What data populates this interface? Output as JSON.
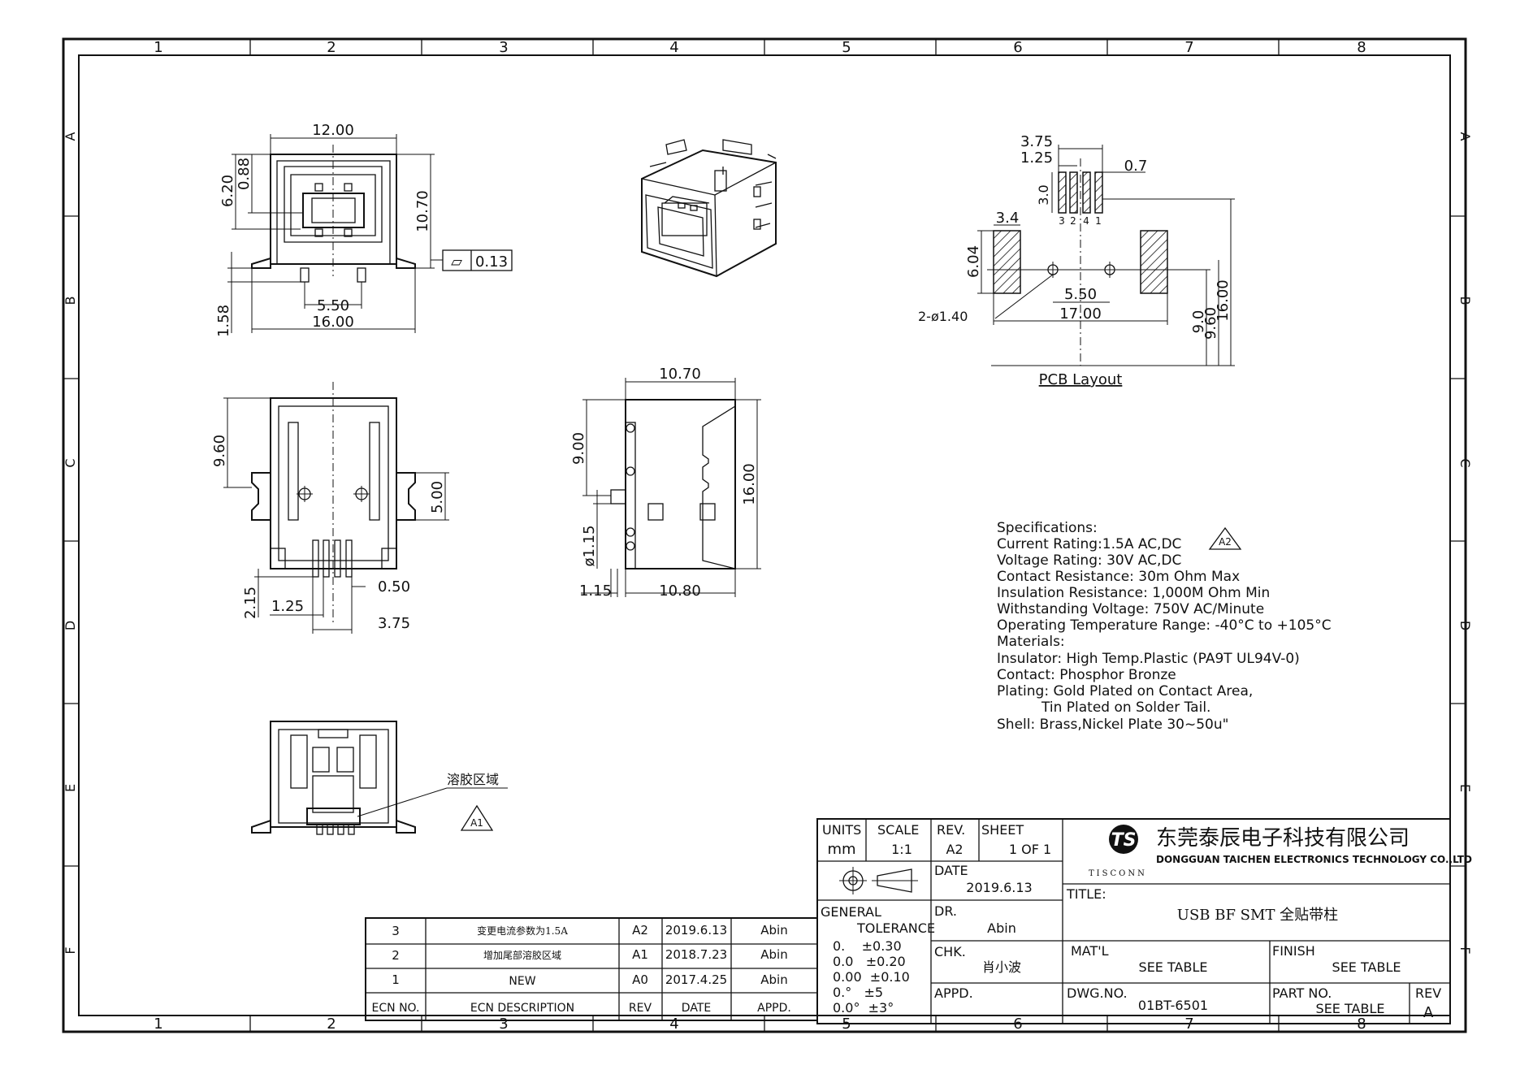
{
  "frame": {
    "columns": [
      "1",
      "2",
      "3",
      "4",
      "5",
      "6",
      "7",
      "8"
    ],
    "rows": [
      "A",
      "B",
      "C",
      "D",
      "E",
      "F"
    ]
  },
  "dims": {
    "front_width": "12.00",
    "front_h1": "6.20",
    "front_h2": "0.88",
    "front_height": "10.70",
    "flatness_symbol": "▱",
    "flatness_value": "0.13",
    "front_pin_pitch": "5.50",
    "front_total": "16.00",
    "front_standoff": "1.58",
    "top_h": "9.60",
    "top_tab": "5.00",
    "top_pin_len": "2.15",
    "top_pin_w": "0.50",
    "top_pitch1": "1.25",
    "top_pitch2": "3.75",
    "side_top": "10.70",
    "side_h1": "9.00",
    "side_height": "16.00",
    "side_post": "ø1.15",
    "side_offset": "1.15",
    "side_bottom": "10.80",
    "pcb_375": "3.75",
    "pcb_125": "1.25",
    "pcb_07": "0.7",
    "pcb_30": "3.0",
    "pcb_pins": [
      "3",
      "2",
      "4",
      "1"
    ],
    "pcb_34": "3.4",
    "pcb_604": "6.04",
    "pcb_holes": "2-ø1.40",
    "pcb_550": "5.50",
    "pcb_1700": "17.00",
    "pcb_90": "9.0",
    "pcb_960": "9.60",
    "pcb_1600": "16.00",
    "pcb_title": "PCB Layout",
    "glue_label": "溶胶区域",
    "rev_a1": "A1",
    "rev_a2": "A2"
  },
  "specs": {
    "heading": "Specifications:",
    "lines": [
      "Current Rating:1.5A AC,DC",
      "Voltage Rating: 30V AC,DC",
      "Contact Resistance: 30m Ohm Max",
      "Insulation Resistance: 1,000M Ohm Min",
      "Withstanding Voltage: 750V AC/Minute",
      "Operating Temperature Range: -40°C to +105°C",
      "Materials:",
      "Insulator: High Temp.Plastic (PA9T UL94V-0)",
      "Contact: Phosphor Bronze",
      "Plating: Gold Plated on Contact Area,",
      "Tin Plated on Solder Tail.",
      "Shell: Brass,Nickel Plate 30~50u\""
    ]
  },
  "revisions": {
    "headers": [
      "ECN NO.",
      "ECN DESCRIPTION",
      "REV",
      "DATE",
      "APPD."
    ],
    "rows": [
      [
        "3",
        "变更电流参数为1.5A",
        "A2",
        "2019.6.13",
        "Abin"
      ],
      [
        "2",
        "增加尾部溶胶区域",
        "A1",
        "2018.7.23",
        "Abin"
      ],
      [
        "1",
        "NEW",
        "A0",
        "2017.4.25",
        "Abin"
      ]
    ]
  },
  "titleblock": {
    "units_label": "UNITS",
    "units_value": "mm",
    "scale_label": "SCALE",
    "scale_value": "1:1",
    "rev_label": "REV.",
    "rev_value": "A2",
    "sheet_label": "SHEET",
    "sheet_value": "1 OF 1",
    "date_label": "DATE",
    "date_value": "2019.6.13",
    "tolerance_label1": "GENERAL",
    "tolerance_label2": "TOLERANCE",
    "tolerances": [
      "0.    ±0.30",
      "0.0   ±0.20",
      "0.00  ±0.10",
      "0.°   ±5",
      "0.0°  ±3°"
    ],
    "dr_label": "DR.",
    "dr_value": "Abin",
    "chk_label": "CHK.",
    "chk_value": "肖小波",
    "appd_label": "APPD.",
    "company_cn": "东莞泰辰电子科技有限公司",
    "company_en": "DONGGUAN TAICHEN ELECTRONICS TECHNOLOGY CO.,LTD",
    "brand": "TISCONN",
    "logo_letters": "TS",
    "title_label": "TITLE:",
    "title_value": "USB BF SMT 全贴带柱",
    "matl_label": "MAT'L",
    "matl_value": "SEE TABLE",
    "finish_label": "FINISH",
    "finish_value": "SEE TABLE",
    "dwg_label": "DWG.NO.",
    "dwg_value": "01BT-6501",
    "part_label": "PART NO.",
    "part_value": "SEE TABLE",
    "rev2_label": "REV",
    "rev2_value": "A"
  },
  "colors": {
    "ink": "#111111",
    "paper": "#ffffff"
  }
}
